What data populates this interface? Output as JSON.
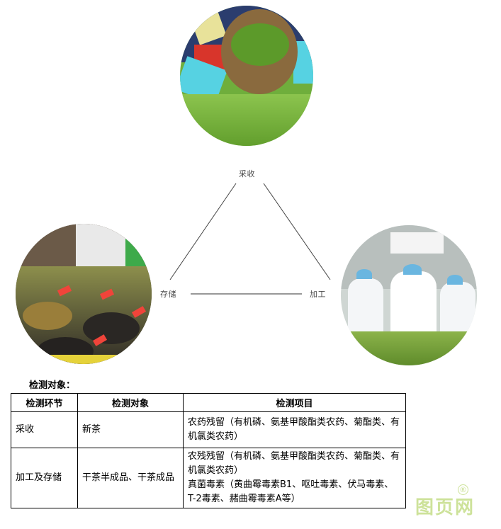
{
  "diagram": {
    "nodes": [
      {
        "id": "harvest",
        "label": "采收",
        "photo": "tea-picking-photo"
      },
      {
        "id": "storage",
        "label": "存储",
        "photo": "tea-market-storage-photo"
      },
      {
        "id": "processing",
        "label": "加工",
        "photo": "tea-processing-inspection-photo"
      }
    ]
  },
  "section": {
    "title": "检测对象："
  },
  "table": {
    "headers": [
      "检测环节",
      "检测对象",
      "检测项目"
    ],
    "rows": [
      {
        "stage": "采收",
        "object": "新茶",
        "items": [
          "农药残留（有机磷、氨基甲酸酯类农药、菊酯类、有机氯类农药）"
        ]
      },
      {
        "stage": "加工及存储",
        "object": "干茶半成品、干茶成品",
        "items": [
          "农残残留（有机磷、氨基甲酸酯类农药、菊酯类、有机氯类农药）",
          "真菌毒素（黄曲霉毒素B1、呕吐毒素、伏马毒素、T-2毒素、赭曲霉毒素A等）"
        ]
      }
    ]
  },
  "watermark": {
    "text": "图页网",
    "mark": "®",
    "color": "#cde29a"
  }
}
